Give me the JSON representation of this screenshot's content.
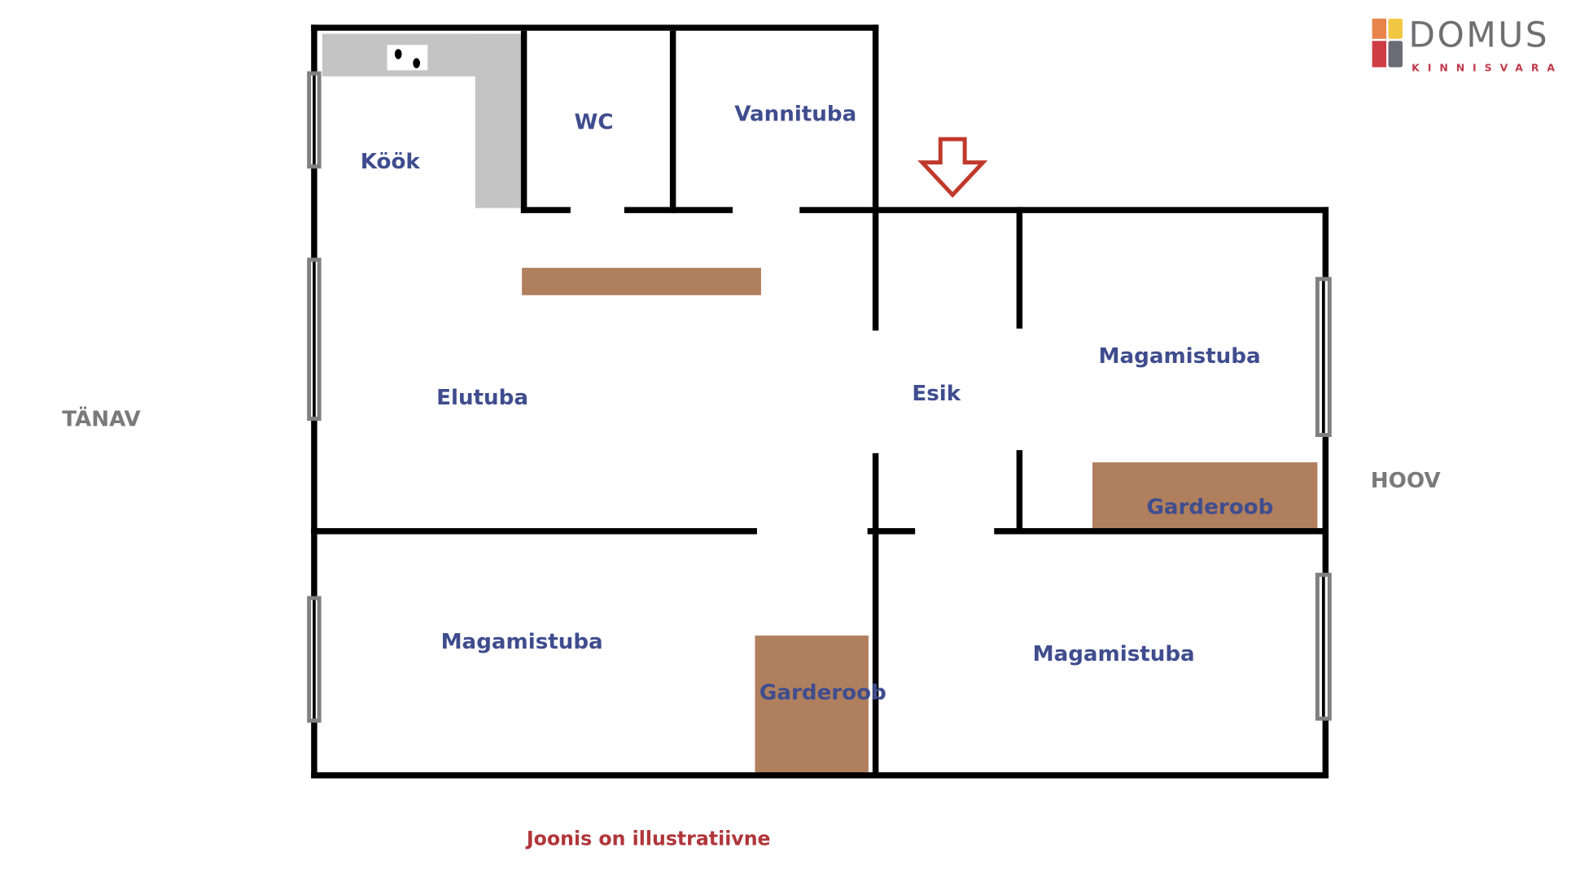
{
  "logo": {
    "brand": "DOMUS",
    "subtitle": "KINNISVARA",
    "colors": [
      "#e8834a",
      "#f2c744",
      "#cf3d45",
      "#6a6b74"
    ]
  },
  "rooms": {
    "kitchen": "Köök",
    "wc": "WC",
    "bathroom": "Vannituba",
    "living_room": "Elutuba",
    "hall": "Esik",
    "bedroom_upper_right": "Magamistuba",
    "wardrobe_right": "Garderoob",
    "bedroom_lower_left": "Magamistuba",
    "wardrobe_lower": "Garderoob",
    "bedroom_lower_right": "Magamistuba"
  },
  "sides": {
    "left": "TÄNAV",
    "right": "HOOV"
  },
  "note": "Joonis on illustratiivne",
  "colors": {
    "wall": "#000000",
    "window": "#808080",
    "counter": "#c4c4c4",
    "furniture": "#b07f5e",
    "label": "#3f4d8e",
    "arrow": "#c0392b"
  }
}
